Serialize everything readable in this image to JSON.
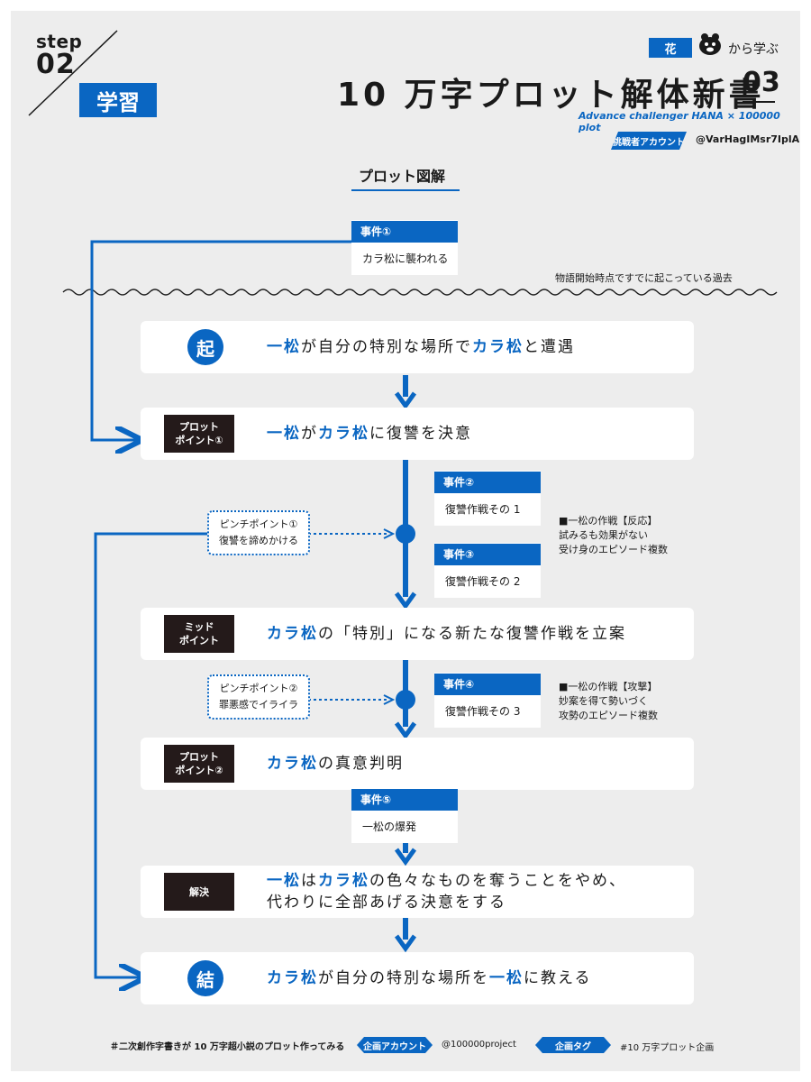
{
  "header": {
    "step_word": "step",
    "step_num": "02",
    "study_tag": "学習",
    "hana_badge": "花",
    "from_learn": "から学ぶ",
    "main_title": "10 万字プロット解体新書",
    "title_num": "03",
    "subtitle": "Advance challenger HANA × 100000 plot",
    "challenger_label": "挑戦者アカウント",
    "challenger_id": "@VarHagIMsr7IplA"
  },
  "section_title": "プロット図解",
  "pre_story": {
    "incident_label": "事件①",
    "incident_text": "カラ松に襲われる",
    "note": "物語開始時点ですでに起こっている過去"
  },
  "stages": {
    "ki": {
      "badge": "起",
      "parts": [
        {
          "t": "一松",
          "hl": true
        },
        {
          "t": "が自分の特別な場所で",
          "hl": false
        },
        {
          "t": "カラ松",
          "hl": true
        },
        {
          "t": "と遭遇",
          "hl": false
        }
      ]
    },
    "pp1": {
      "label_line1": "プロット",
      "label_line2": "ポイント①",
      "parts": [
        {
          "t": "一松",
          "hl": true
        },
        {
          "t": "が",
          "hl": false
        },
        {
          "t": "カラ松",
          "hl": true
        },
        {
          "t": "に復讐を決意",
          "hl": false
        }
      ]
    },
    "mid": {
      "label_line1": "ミッド",
      "label_line2": "ポイント",
      "parts": [
        {
          "t": "カラ松",
          "hl": true
        },
        {
          "t": "の「特別」になる新たな復讐作戦を立案",
          "hl": false
        }
      ]
    },
    "pp2": {
      "label_line1": "プロット",
      "label_line2": "ポイント②",
      "parts": [
        {
          "t": "カラ松",
          "hl": true
        },
        {
          "t": "の真意判明",
          "hl": false
        }
      ]
    },
    "resolve": {
      "label": "解決",
      "line1": [
        {
          "t": "一松",
          "hl": true
        },
        {
          "t": "は",
          "hl": false
        },
        {
          "t": "カラ松",
          "hl": true
        },
        {
          "t": "の色々なものを奪うことをやめ、",
          "hl": false
        }
      ],
      "line2": [
        {
          "t": "代わりに全部あげる決意をする",
          "hl": false
        }
      ]
    },
    "ketsu": {
      "badge": "結",
      "parts": [
        {
          "t": "カラ松",
          "hl": true
        },
        {
          "t": "が自分の特別な場所を",
          "hl": false
        },
        {
          "t": "一松",
          "hl": true
        },
        {
          "t": "に教える",
          "hl": false
        }
      ]
    }
  },
  "incidents": {
    "inc2": {
      "label": "事件②",
      "text": "復讐作戦その 1"
    },
    "inc3": {
      "label": "事件③",
      "text": "復讐作戦その 2"
    },
    "inc4": {
      "label": "事件④",
      "text": "復讐作戦その 3"
    },
    "inc5": {
      "label": "事件⑤",
      "text": "一松の爆発"
    }
  },
  "pinch": {
    "p1_line1": "ピンチポイント①",
    "p1_line2": "復讐を諦めかける",
    "p2_line1": "ピンチポイント②",
    "p2_line2": "罪悪感でイライラ"
  },
  "notes": {
    "n1": [
      "■一松の作戦【反応】",
      "試みるも効果がない",
      "受け身のエピソード複数"
    ],
    "n2": [
      "■一松の作戦【攻撃】",
      "妙案を得て勢いづく",
      "攻勢のエピソード複数"
    ]
  },
  "footer": {
    "hashtag": "＃二次創作字書きが 10 万字超小説のプロット作ってみる",
    "project_label": "企画アカウント",
    "project_id": "@100000project",
    "tag_label": "企画タグ",
    "tag_value": "#10 万字プロット企画"
  },
  "colors": {
    "accent": "#0a66c2",
    "dark_label": "#241a1a",
    "background": "#ededed"
  }
}
